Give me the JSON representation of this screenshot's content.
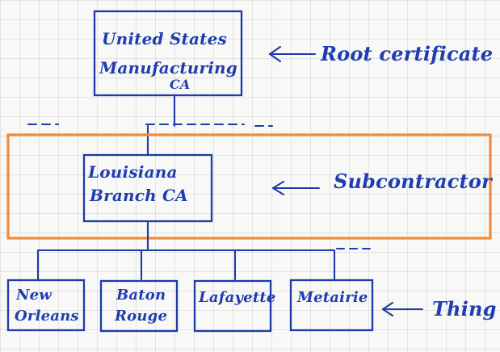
{
  "diagram": {
    "root_ca": {
      "line1": "United States",
      "line2": "Manufacturing",
      "line3": "CA",
      "label": "Root certificate"
    },
    "subordinate_ca": {
      "line1": "Louisiana",
      "line2": "Branch CA",
      "label": "Subcontractor"
    },
    "things": [
      {
        "line1": "New",
        "line2": "Orleans"
      },
      {
        "line1": "Baton",
        "line2": "Rouge"
      },
      {
        "line1": "Lafayette",
        "line2": ""
      },
      {
        "line1": "Metairie",
        "line2": ""
      }
    ],
    "things_label": "Thing",
    "colors": {
      "ink": "#1f3db0",
      "highlight": "#f18a3a",
      "grid": "#cfcfcf"
    }
  }
}
